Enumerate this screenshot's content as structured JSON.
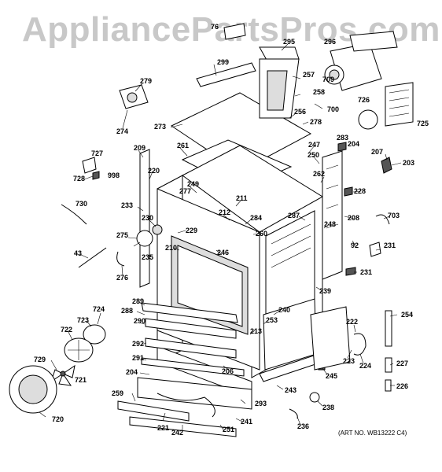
{
  "watermark": "AppliancePartsPros.com",
  "art_number": "(ART NO. WB13222 C4)",
  "part_labels": [
    "76",
    "295",
    "296",
    "709",
    "299",
    "257",
    "258",
    "700",
    "279",
    "726",
    "725",
    "274",
    "273",
    "256",
    "278",
    "261",
    "247",
    "283",
    "204",
    "209",
    "250",
    "207",
    "203",
    "727",
    "220",
    "262",
    "728",
    "998",
    "249",
    "277",
    "211",
    "228",
    "730",
    "233",
    "212",
    "284",
    "287",
    "208",
    "703",
    "230",
    "229",
    "260",
    "248",
    "275",
    "210",
    "246",
    "92",
    "231",
    "235",
    "43",
    "276",
    "231",
    "239",
    "724",
    "289",
    "288",
    "240",
    "723",
    "290",
    "253",
    "222",
    "254",
    "722",
    "292",
    "213",
    "729",
    "291",
    "223",
    "224",
    "227",
    "204",
    "206",
    "721",
    "245",
    "226",
    "259",
    "243",
    "293",
    "238",
    "720",
    "221",
    "241",
    "242",
    "251",
    "236"
  ]
}
